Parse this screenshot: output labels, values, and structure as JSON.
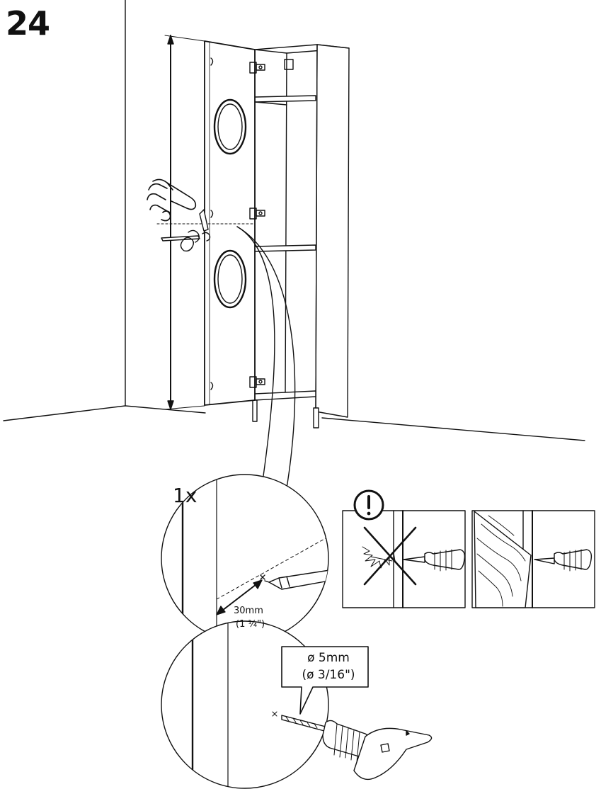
{
  "step": {
    "number": "24"
  },
  "detail": {
    "quantity": "1x",
    "distance_mm": "30mm",
    "distance_in": "(1 ¼\")"
  },
  "drill": {
    "bit_mm": "ø 5mm",
    "bit_in": "(ø 3/16\")"
  },
  "warning": {
    "icon": "exclamation-icon"
  },
  "colors": {
    "ink": "#111111",
    "paper": "#ffffff"
  }
}
